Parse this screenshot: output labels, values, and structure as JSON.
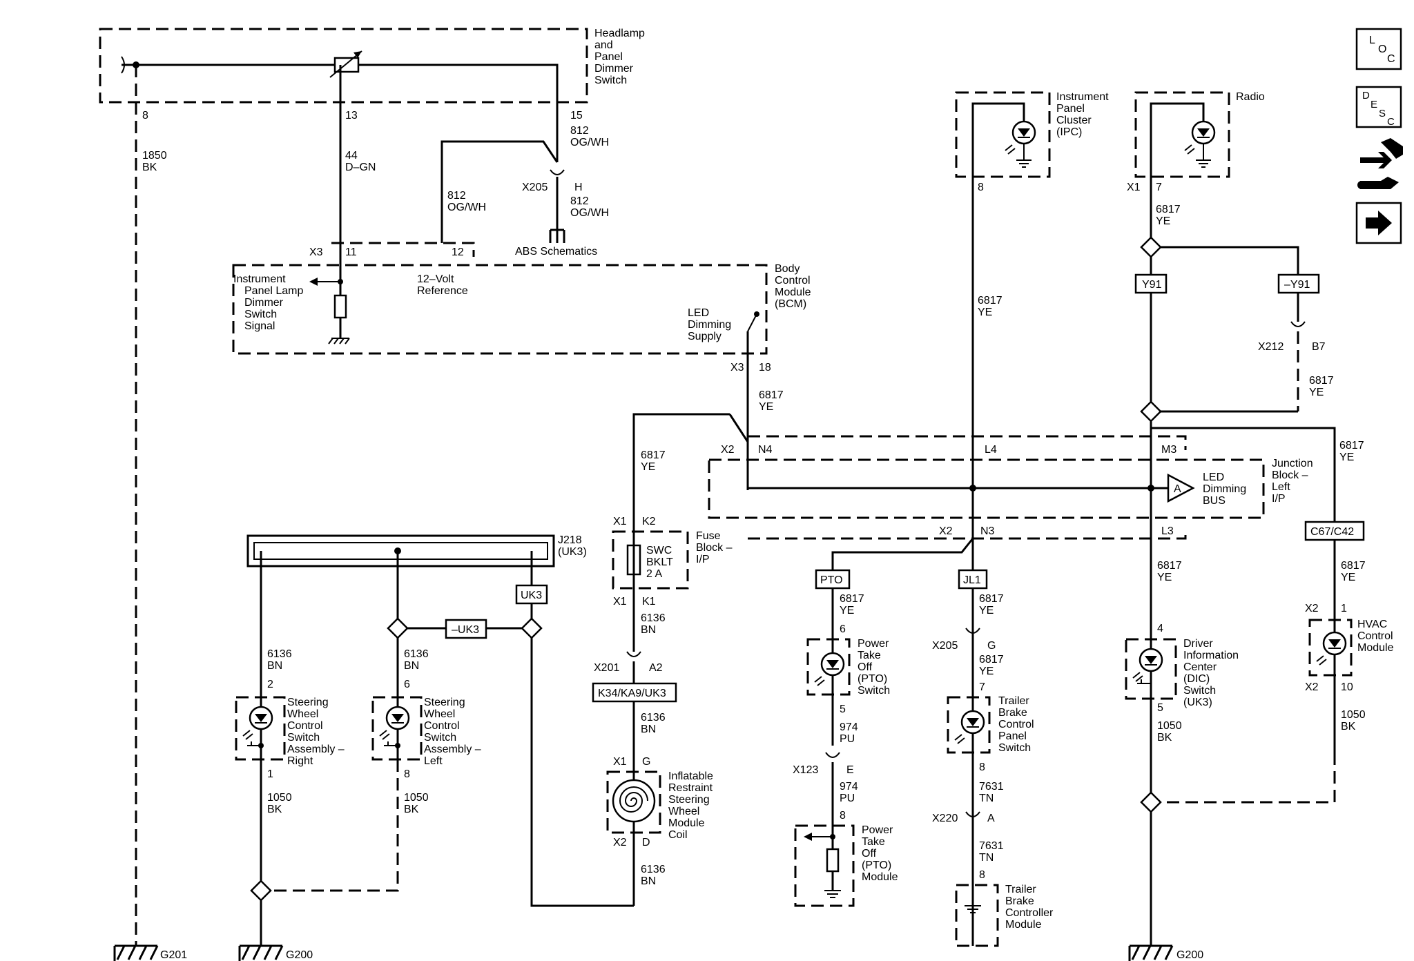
{
  "components": {
    "headlamp": [
      "Headlamp",
      "and",
      "Panel",
      "Dimmer",
      "Switch"
    ],
    "bcm": [
      "Body",
      "Control",
      "Module",
      "(BCM)"
    ],
    "ipc": [
      "Instrument",
      "Panel",
      "Cluster",
      "(IPC)"
    ],
    "radio": [
      "Radio"
    ],
    "jb": [
      "Junction",
      "Block –",
      "Left",
      "I/P"
    ],
    "fuse_block": [
      "Fuse",
      "Block –",
      "I/P"
    ],
    "fuse_inner": [
      "SWC",
      "BKLT",
      "2 A"
    ],
    "j218": [
      "J218",
      "(UK3)"
    ],
    "swc_right": [
      "Steering",
      "Wheel",
      "Control",
      "Switch",
      "Assembly –",
      "Right"
    ],
    "swc_left": [
      "Steering",
      "Wheel",
      "Control",
      "Switch",
      "Assembly –",
      "Left"
    ],
    "coil": [
      "Inflatable",
      "Restraint",
      "Steering",
      "Wheel",
      "Module",
      "Coil"
    ],
    "pto_switch": [
      "Power",
      "Take",
      "Off",
      "(PTO)",
      "Switch"
    ],
    "pto_module": [
      "Power",
      "Take",
      "Off",
      "(PTO)",
      "Module"
    ],
    "trailer_panel": [
      "Trailer",
      "Brake",
      "Control",
      "Panel",
      "Switch"
    ],
    "trailer_module": [
      "Trailer",
      "Brake",
      "Controller",
      "Module"
    ],
    "dic": [
      "Driver",
      "Information",
      "Center",
      "(DIC)",
      "Switch",
      "(UK3)"
    ],
    "hvac": [
      "HVAC",
      "Control",
      "Module"
    ],
    "ip_dimmer_signal": [
      "Instrument",
      "Panel Lamp",
      "Dimmer",
      "Switch",
      "Signal"
    ],
    "ref12": [
      "12–Volt",
      "Reference"
    ],
    "led_supply": [
      "LED",
      "Dimming",
      "Supply"
    ],
    "led_bus": [
      "LED",
      "Dimming",
      "BUS"
    ],
    "bus_symbol": "A",
    "abs": "ABS Schematics"
  },
  "labels": {
    "pin_8_top": "8",
    "pin_13": "13",
    "pin_15": "15",
    "w1850": [
      "1850",
      "BK"
    ],
    "w44": [
      "44",
      "D–GN"
    ],
    "w812a": [
      "812",
      "OG/WH"
    ],
    "w812b": [
      "812",
      "OG/WH"
    ],
    "w812c": [
      "812",
      "OG/WH"
    ],
    "x205_top": "X205",
    "h": "H",
    "x3a": "X3",
    "p11": "11",
    "p12": "12",
    "x3b": "X3",
    "p18": "18",
    "w6817_bcm": [
      "6817",
      "YE"
    ],
    "ipc_pin": "8",
    "w6817_ipc": [
      "6817",
      "YE"
    ],
    "x1_radio": "X1",
    "radio_pin": "7",
    "w6817_radio": [
      "6817",
      "YE"
    ],
    "x212": "X212",
    "b7": "B7",
    "w6817_x212": [
      "6817",
      "YE"
    ],
    "x2_top": "X2",
    "n4": "N4",
    "l4": "L4",
    "m3": "M3",
    "x2_bot": "X2",
    "n3": "N3",
    "l3": "L3",
    "w6817_hvac_top": [
      "6817",
      "YE"
    ],
    "w6817_fuse": [
      "6817",
      "YE"
    ],
    "x1_k2": "X1",
    "k2": "K2",
    "x1_k1": "X1",
    "k1": "K1",
    "w6136_a": [
      "6136",
      "BN"
    ],
    "x201": "X201",
    "a2": "A2",
    "w6136_b": [
      "6136",
      "BN"
    ],
    "x1_g": "X1",
    "g_coil": "G",
    "x2_d": "X2",
    "d": "D",
    "w6136_c": [
      "6136",
      "BN"
    ],
    "w6136_r": [
      "6136",
      "BN"
    ],
    "swc_r_p2": "2",
    "swc_r_p1": "1",
    "w1050_r": [
      "1050",
      "BK"
    ],
    "w6136_l": [
      "6136",
      "BN"
    ],
    "swc_l_p6": "6",
    "swc_l_p8": "8",
    "w1050_l": [
      "1050",
      "BK"
    ],
    "w6817_pto": [
      "6817",
      "YE"
    ],
    "pto_p6": "6",
    "pto_p5": "5",
    "w974a": [
      "974",
      "PU"
    ],
    "x123": "X123",
    "e": "E",
    "w974b": [
      "974",
      "PU"
    ],
    "ptom_p8": "8",
    "w6817_jl1": [
      "6817",
      "YE"
    ],
    "x205_b": "X205",
    "g_x205": "G",
    "w6817_tb": [
      "6817",
      "YE"
    ],
    "tb_p7": "7",
    "tb_p8": "8",
    "w7631a": [
      "7631",
      "TN"
    ],
    "x220": "X220",
    "a_x220": "A",
    "w7631b": [
      "7631",
      "TN"
    ],
    "tbm_p8": "8",
    "w6817_dic": [
      "6817",
      "YE"
    ],
    "dic_p4": "4",
    "dic_p5": "5",
    "w1050_dic": [
      "1050",
      "BK"
    ],
    "w6817_hvac": [
      "6817",
      "YE"
    ],
    "x2_hvac_a": "X2",
    "hvac_p1": "1",
    "x2_hvac_b": "X2",
    "hvac_p10": "10",
    "w1050_hvac": [
      "1050",
      "BK"
    ]
  },
  "tags": {
    "uk3": "UK3",
    "not_uk3": "–UK3",
    "k34": "K34/KA9/UK3",
    "pto": "PTO",
    "jl1": "JL1",
    "y91": "Y91",
    "not_y91": "–Y91",
    "c67": "C67/C42"
  },
  "grounds": {
    "g201": "G201",
    "g200a": "G200",
    "g200b": "G200"
  },
  "nav": {
    "loc": [
      "L",
      "O",
      "C"
    ],
    "desc": [
      "D",
      "E",
      "S",
      "C"
    ]
  }
}
